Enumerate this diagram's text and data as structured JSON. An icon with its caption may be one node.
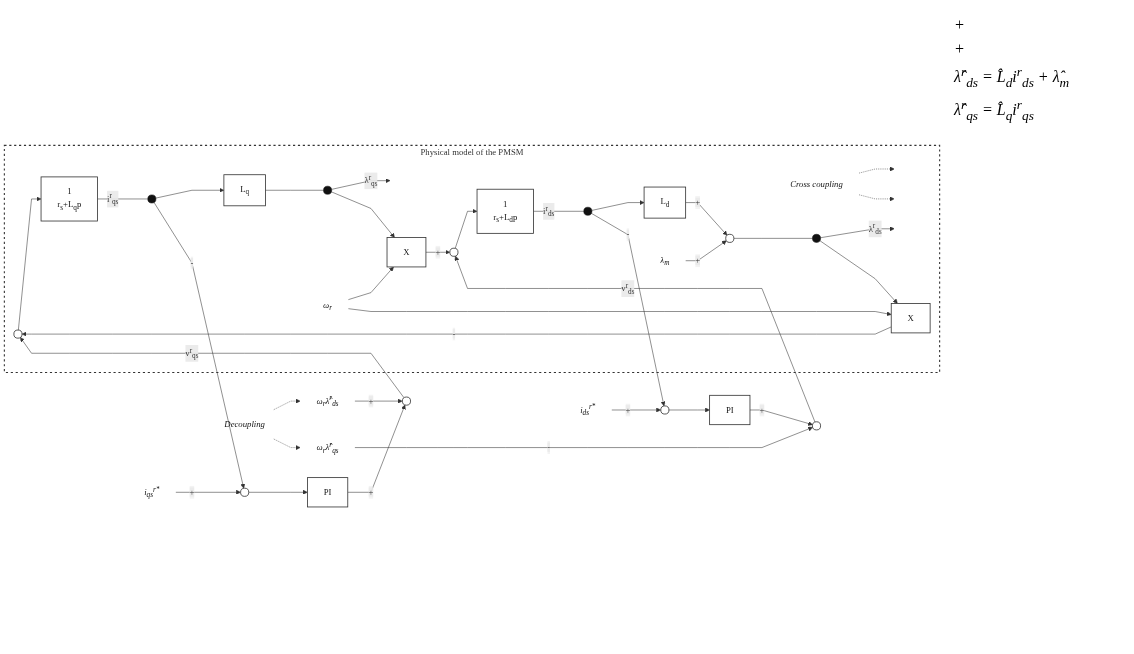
{
  "diagram": {
    "nodes": [
      {
        "text": [
          "Physical model of the PMSM"
        ]
      },
      {
        "text": [
          "i$_{qs}$$^{r*}$"
        ]
      },
      {
        "text": [],
        "shape": "circle"
      },
      {
        "text": [
          "PI"
        ]
      },
      {
        "text": [],
        "shape": "circle"
      },
      {
        "text": [
          "ω$_{r}$λ̂$^{r}$$_{ds}$"
        ]
      },
      {
        "text": [
          "Decoupling"
        ]
      },
      {
        "text": [
          "ω$_{r}$λ̂$^{r}$$_{qs}$"
        ]
      },
      {
        "text": [
          "i$_{ds}$$^{r*}$"
        ]
      },
      {
        "text": [],
        "shape": "circle"
      },
      {
        "text": [
          "PI"
        ]
      },
      {
        "text": [],
        "shape": "circle"
      },
      {
        "text": [
          "Cross coupling"
        ],
        "in": 0
      },
      {
        "text": [],
        "shape": "circle",
        "in": 0
      },
      {
        "text": [
          "1",
          "r$_{s}$+L$_{q}$p"
        ],
        "in": 0
      },
      {
        "text": [],
        "shape": "dot",
        "in": 0
      },
      {
        "text": [
          "L$_{q}$"
        ],
        "in": 0
      },
      {
        "text": [],
        "shape": "dot",
        "in": 0
      },
      {
        "text": [
          "X"
        ],
        "in": 0
      },
      {
        "text": [
          "X"
        ],
        "in": 0
      },
      {
        "text": [
          "ω$_{r}$"
        ],
        "in": 0
      },
      {
        "text": [],
        "shape": "circle",
        "in": 0
      },
      {
        "text": [
          "1",
          "r$_{s}$+L$_{d}$p"
        ],
        "in": 0
      },
      {
        "text": [],
        "shape": "dot",
        "in": 0
      },
      {
        "text": [
          "L$_{d}$"
        ],
        "in": 0
      },
      {
        "text": [],
        "shape": "circle",
        "in": 0
      },
      {
        "text": [],
        "shape": "dot",
        "in": 0
      },
      {
        "text": [
          "λ$_{m}$"
        ],
        "in": 0
      }
    ],
    "edges": [
      {
        "from": 1,
        "to": 2,
        "arrow": "to",
        "label": "+"
      },
      {
        "from": 2,
        "to": 3,
        "arrow": "to"
      },
      {
        "from": 3,
        "to": 4,
        "arrow": "to",
        "label": "+"
      },
      {
        "from": 5,
        "to": 4,
        "arrow": "to",
        "label": "+"
      },
      {
        "from": 6,
        "to": 5,
        "arrow": "to",
        "style": "dashed"
      },
      {
        "from": 6,
        "to": 7,
        "arrow": "to",
        "style": "dashed"
      },
      {
        "from": 7,
        "to": 11,
        "arrow": "to",
        "label": "-"
      },
      {
        "from": 8,
        "to": 9,
        "arrow": "to",
        "label": "+"
      },
      {
        "from": 9,
        "to": 10,
        "arrow": "to"
      },
      {
        "from": 10,
        "to": 11,
        "arrow": "to",
        "label": "+"
      },
      {
        "from": 4,
        "to": 13,
        "arrow": "to",
        "label": "v$^{r}$$_{qs}$"
      },
      {
        "from": 13,
        "to": 14,
        "arrow": "to"
      },
      {
        "from": 14,
        "to": 15,
        "arrow": "none",
        "label": "i$^{r}$$_{qs}$"
      },
      {
        "from": 15,
        "to": 16,
        "arrow": "to"
      },
      {
        "from": 15,
        "to": 2,
        "arrow": "to",
        "label": "-"
      },
      {
        "from": 16,
        "to": 17,
        "arrow": "none"
      },
      {
        "from": 17,
        "to": null,
        "arrow": "to",
        "label": "λ$^{r}$$_{qs}$"
      },
      {
        "from": 17,
        "to": 18,
        "arrow": "to"
      },
      {
        "from": 20,
        "to": 18,
        "arrow": "to"
      },
      {
        "from": 20,
        "to": 19,
        "arrow": "to"
      },
      {
        "from": 18,
        "to": 21,
        "arrow": "to",
        "label": "+"
      },
      {
        "from": 19,
        "to": 13,
        "arrow": "to",
        "label": "-"
      },
      {
        "from": 11,
        "to": 21,
        "arrow": "to",
        "label": "v$^{r}$$_{ds}$"
      },
      {
        "from": 21,
        "to": 22,
        "arrow": "to"
      },
      {
        "from": 22,
        "to": 23,
        "arrow": "none",
        "label": "i$^{r}$$_{ds}$"
      },
      {
        "from": 23,
        "to": 24,
        "arrow": "to"
      },
      {
        "from": 23,
        "to": 9,
        "arrow": "to",
        "label": "-"
      },
      {
        "from": 24,
        "to": 25,
        "arrow": "to",
        "label": "+"
      },
      {
        "from": 27,
        "to": 25,
        "arrow": "to",
        "label": "+"
      },
      {
        "from": 25,
        "to": 26,
        "arrow": "none"
      },
      {
        "from": 26,
        "to": null,
        "arrow": "to",
        "label": "λ$^{r}$$_{ds}$"
      },
      {
        "from": 26,
        "to": 19,
        "arrow": "to"
      },
      {
        "from": 12,
        "to": null,
        "arrow": "to",
        "style": "dashed"
      },
      {
        "from": 12,
        "to": null,
        "arrow": "to",
        "style": "dashed"
      }
    ],
    "labels": [
      "+",
      "+",
      "λ̂$^{r}$$_{ds}$ = L̂$_{d}$i$^{r}$$_{ds}$ + λ̂$_{m}$",
      "λ̂$^{r}$$_{qs}$ = L̂$_{q}$i$^{r}$$_{qs}$"
    ]
  }
}
